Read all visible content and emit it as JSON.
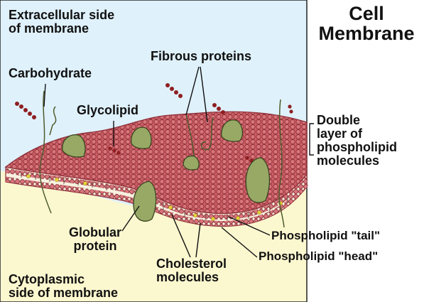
{
  "title": [
    "Cell",
    "Membrane"
  ],
  "regions": {
    "extracellular": [
      "Extracellular side",
      "of membrane"
    ],
    "cytoplasmic": [
      "Cytoplasmic",
      "side of membrane"
    ]
  },
  "labels": {
    "carbohydrate": "Carbohydrate",
    "fibrous_proteins": "Fibrous proteins",
    "glycolipid": "Glycolipid",
    "double_layer": [
      "Double",
      "layer of",
      "phospholipid",
      "molecules"
    ],
    "globular_protein": [
      "Globular",
      "protein"
    ],
    "cholesterol": [
      "Cholesterol",
      "molecules"
    ],
    "phospholipid_tail": "Phospholipid \"tail\"",
    "phospholipid_head": "Phospholipid \"head\""
  },
  "colors": {
    "extracellular_bg": "#dff1fb",
    "cytoplasm_bg": "#fbf7cf",
    "membrane_surface": "#cc5f66",
    "membrane_edge": "#a23f47",
    "protein": "#97a965",
    "cholesterol": "#e8d23a",
    "carbohydrate_chain": "#8e1f22"
  }
}
